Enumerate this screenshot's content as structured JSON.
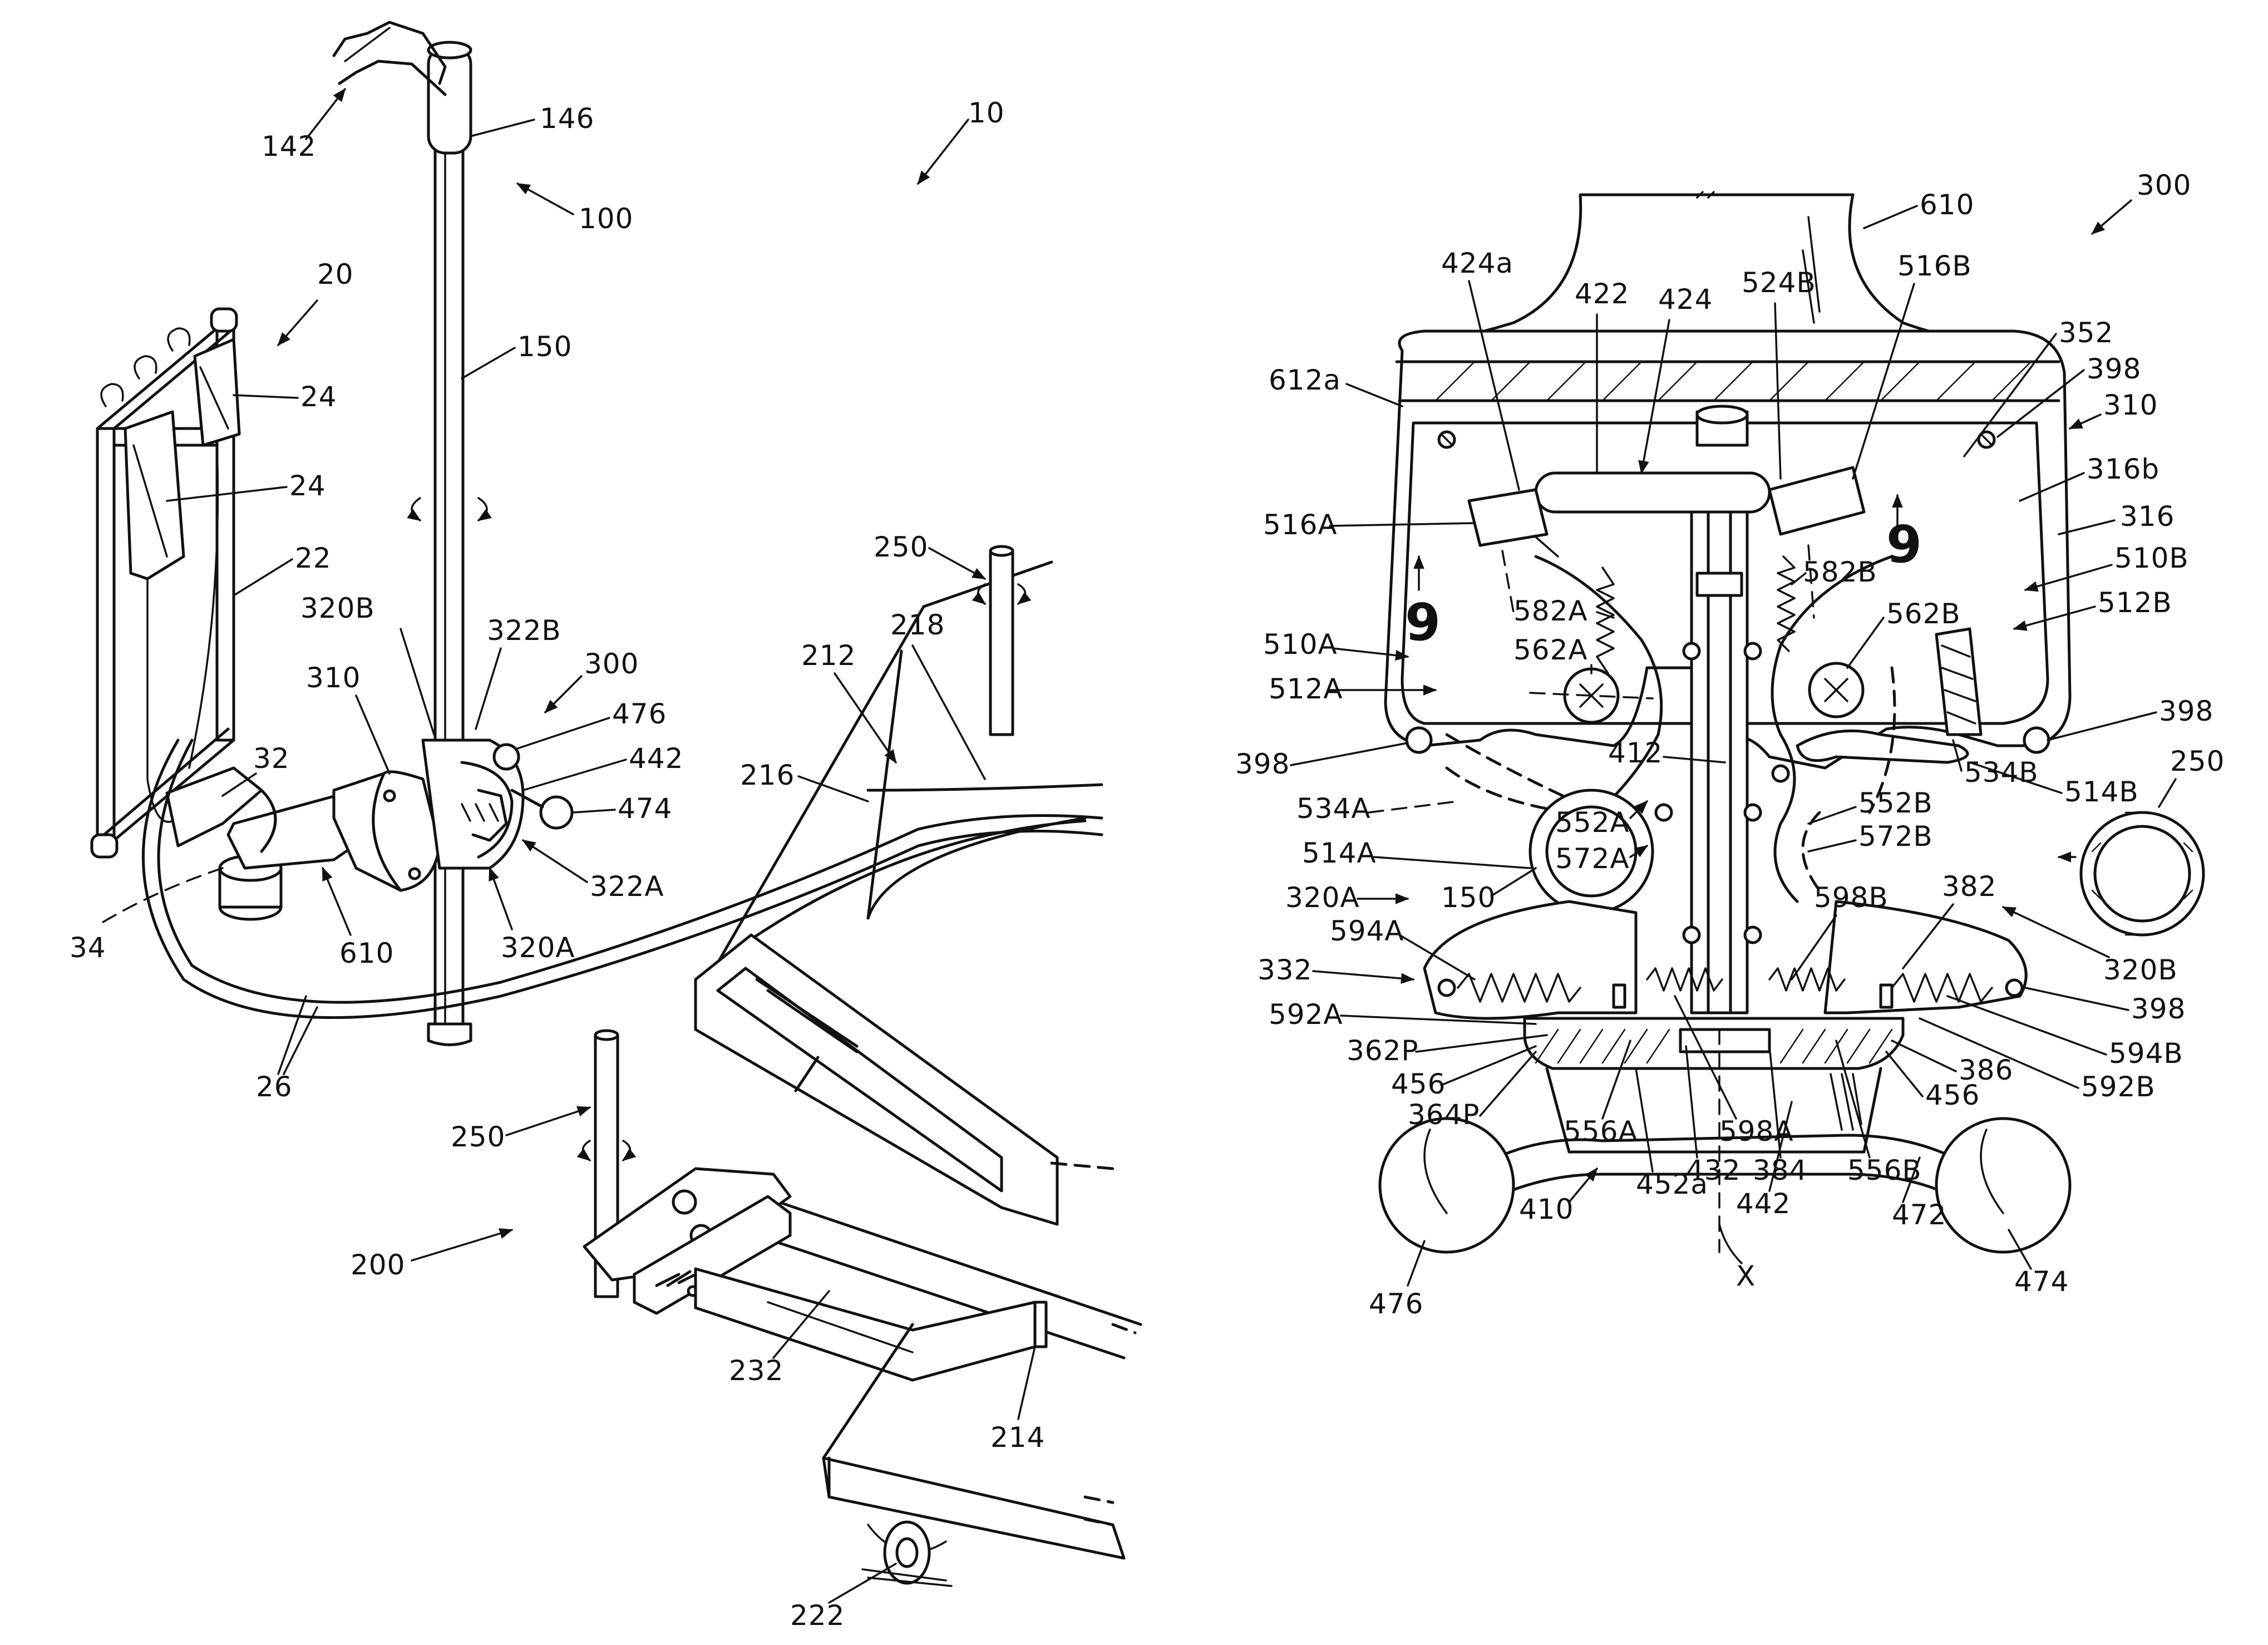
{
  "figure_left": {
    "labels": {
      "l142": "142",
      "l146": "146",
      "l10": "10",
      "l100": "100",
      "l150": "150",
      "l20": "20",
      "l24a": "24",
      "l24b": "24",
      "l22": "22",
      "l320B": "320B",
      "l322B": "322B",
      "l300": "300",
      "l310": "310",
      "l476": "476",
      "l442": "442",
      "l474": "474",
      "l32": "32",
      "l322A": "322A",
      "l320A": "320A",
      "l34": "34",
      "l610": "610",
      "l26": "26",
      "l250a": "250",
      "l218": "218",
      "l212": "212",
      "l216": "216",
      "l250b": "250",
      "l200": "200",
      "l232": "232",
      "l214": "214",
      "l222": "222"
    }
  },
  "figure_right": {
    "labels": {
      "l610": "610",
      "l300": "300",
      "l424a": "424a",
      "l422": "422",
      "l424": "424",
      "l524B": "524B",
      "l516B": "516B",
      "l352": "352",
      "l398a": "398",
      "l310": "310",
      "l612a": "612a",
      "l316b": "316b",
      "l316": "316",
      "l510B": "510B",
      "l512B": "512B",
      "l516A": "516A",
      "l9a": "9",
      "l9b": "9",
      "l582A": "582A",
      "l582B": "582B",
      "l510A": "510A",
      "l562A": "562A",
      "l562B": "562B",
      "l512A": "512A",
      "l398b": "398",
      "l398c": "398",
      "l412": "412",
      "l514B": "514B",
      "l250": "250",
      "l534A": "534A",
      "l552A": "552A",
      "l534B": "534B",
      "l552B": "552B",
      "l514A": "514A",
      "l572A": "572A",
      "l572B": "572B",
      "l320A": "320A",
      "l150": "150",
      "l598B": "598B",
      "l382": "382",
      "l594A": "594A",
      "l320B": "320B",
      "l332": "332",
      "l398d": "398",
      "l592A": "592A",
      "l594B": "594B",
      "l362P": "362P",
      "l386": "386",
      "l592B": "592B",
      "l456a": "456",
      "l456b": "456",
      "l364P": "364P",
      "l556A": "556A",
      "l598A": "598A",
      "l452a": "452a",
      "l432": "432",
      "l384": "384",
      "l556B": "556B",
      "l410": "410",
      "l442": "442",
      "l472": "472",
      "l474": "474",
      "lX": "X",
      "l476": "476"
    }
  }
}
